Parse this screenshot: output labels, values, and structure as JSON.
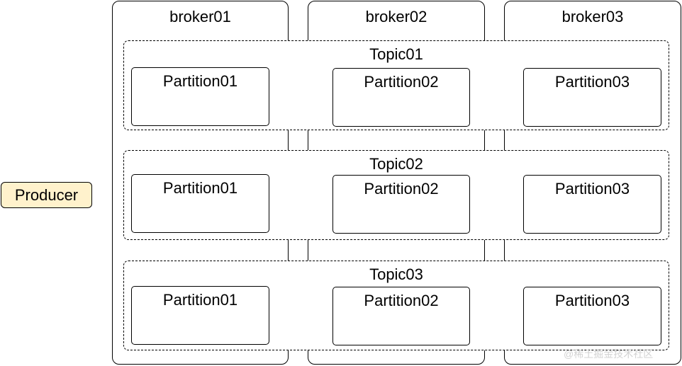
{
  "producer": {
    "label": "Producer"
  },
  "brokers": [
    {
      "label": "broker01"
    },
    {
      "label": "broker02"
    },
    {
      "label": "broker03"
    }
  ],
  "topics": [
    {
      "label": "Topic01",
      "partitions": [
        "Partition01",
        "Partition02",
        "Partition03"
      ]
    },
    {
      "label": "Topic02",
      "partitions": [
        "Partition01",
        "Partition02",
        "Partition03"
      ]
    },
    {
      "label": "Topic03",
      "partitions": [
        "Partition01",
        "Partition02",
        "Partition03"
      ]
    }
  ],
  "watermark": {
    "text": "@稀土掘金技术社区"
  },
  "colors": {
    "producer_fill": "#fff2cc",
    "stroke": "#000000",
    "background": "#ffffff"
  }
}
